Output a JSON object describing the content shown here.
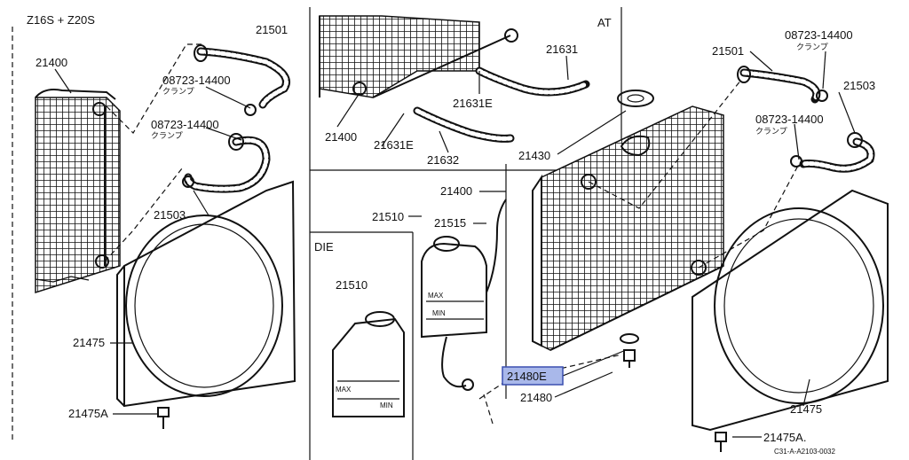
{
  "sections": {
    "engine_variant": "Z16S + Z20S",
    "at_box": "AT",
    "diesel_box": "DIE"
  },
  "parts": {
    "p21400_left": "21400",
    "p21501_left": "21501",
    "p08723_a": "08723-14400",
    "clamp_a": "クランプ",
    "p08723_b": "08723-14400",
    "clamp_b": "クランプ",
    "p21503_left": "21503",
    "p21475_left": "21475",
    "p21475A_left": "21475A",
    "p21400_at": "21400",
    "p21631E_a": "21631E",
    "p21631E_b": "21631E",
    "p21631": "21631",
    "p21632": "21632",
    "p21510_die": "21510",
    "p21510": "21510",
    "p21515": "21515",
    "p21400_mid": "21400",
    "p21430": "21430",
    "p21480E": "21480E",
    "p21480": "21480",
    "p21501_right": "21501",
    "p08723_c": "08723-14400",
    "clamp_c": "クランプ",
    "p08723_d": "08723-14400",
    "clamp_d": "クランプ",
    "p21503_right": "21503",
    "p21475_right": "21475",
    "p21475A_right": "21475A.",
    "tank_max_a": "MAX",
    "tank_min_a": "MIN",
    "tank_max_b": "MAX",
    "tank_min_b": "MIN"
  },
  "highlight": {
    "part": "21480E",
    "color": "#a9b8ea"
  },
  "footer": {
    "code": "C31-A-A2103-0032"
  }
}
